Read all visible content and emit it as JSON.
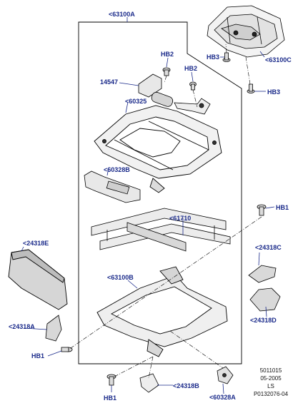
{
  "labels": {
    "l63100A": "<63100A",
    "l63100C": "<63100C",
    "lHB3a": "HB3",
    "lHB3b": "HB3",
    "lHB2a": "HB2",
    "lHB2b": "HB2",
    "l14547": "14547",
    "l60325": "<60325",
    "l60328B": "<60328B",
    "l61710": "<61710",
    "lHB1r": "HB1",
    "l24318E": "<24318E",
    "l24318C": "<24318C",
    "l63100B": "<63100B",
    "l24318A": "<24318A",
    "l24318D": "<24318D",
    "lHB1l": "HB1",
    "lHB1b": "HB1",
    "l24318B": "<24318B",
    "l60328A": "<60328A"
  },
  "footer": {
    "line1": "5011015",
    "line2": "05-2005",
    "line3": "LS",
    "line4": "P0132076-04"
  },
  "colors": {
    "label_text": "#1a2a8a",
    "line": "#1a2a8a",
    "part_stroke": "#000000"
  }
}
